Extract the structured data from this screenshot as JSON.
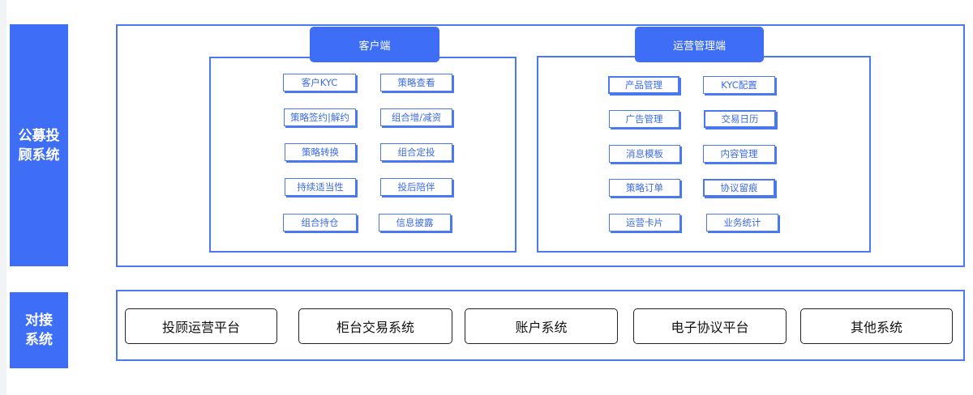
{
  "side_labels": {
    "top": "公募投\n顾系统",
    "bottom": "对接\n系统"
  },
  "client": {
    "title": "客户端",
    "items": [
      "客户KYC",
      "策略查看",
      "策略签约|解约",
      "组合增/减资",
      "策略转换",
      "组合定投",
      "持续适当性",
      "投后陪伴",
      "组合持仓",
      "信息披露"
    ]
  },
  "ops": {
    "title": "运营管理端",
    "items": [
      "产品管理",
      "KYC配置",
      "广告管理",
      "交易日历",
      "消息模板",
      "内容管理",
      "策略订单",
      "协议留痕",
      "运营卡片",
      "业务统计"
    ]
  },
  "systems": [
    "投顾运营平台",
    "柜台交易系统",
    "账户系统",
    "电子协议平台",
    "其他系统"
  ]
}
